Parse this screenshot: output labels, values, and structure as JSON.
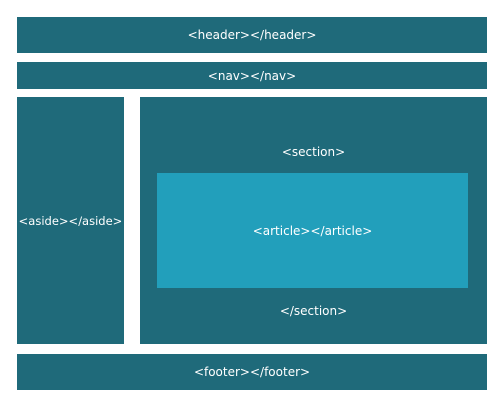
{
  "colors": {
    "container": "#1f6a7a",
    "article": "#229fbb",
    "text": "#ffffff",
    "background": "#ffffff"
  },
  "header": {
    "label": "<header></header>"
  },
  "nav": {
    "label": "<nav></nav>"
  },
  "aside": {
    "label": "<aside></aside>"
  },
  "section": {
    "open_label": "<section>",
    "close_label": "</section>"
  },
  "article": {
    "label": "<article></article>"
  },
  "footer": {
    "label": "<footer></footer>"
  }
}
